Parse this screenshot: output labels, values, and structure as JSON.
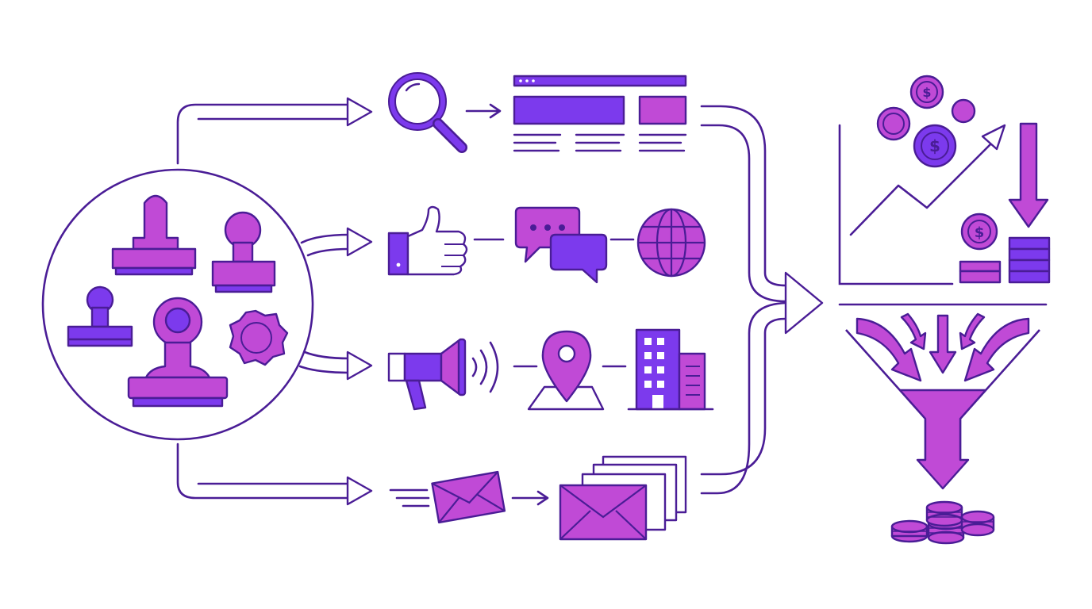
{
  "colors": {
    "outline": "#4a1d96",
    "magenta": "#c04ad6",
    "violet": "#7c3aed",
    "background": "#ffffff"
  },
  "stages": {
    "source": {
      "icon": "rubber-stamps-icon"
    },
    "channels": [
      {
        "name": "search",
        "icons": [
          "magnifying-glass-icon",
          "search-results-page-icon"
        ]
      },
      {
        "name": "social",
        "icons": [
          "thumbs-up-icon",
          "chat-bubbles-icon",
          "globe-icon"
        ]
      },
      {
        "name": "local",
        "icons": [
          "megaphone-icon",
          "map-pin-icon",
          "office-building-icon"
        ]
      },
      {
        "name": "email",
        "icons": [
          "envelope-icon",
          "envelope-stack-icon"
        ]
      }
    ],
    "outcome": {
      "growth": [
        "dollar-coin-icon",
        "rising-chart-arrow-icon",
        "coin-stack-icon"
      ],
      "funnel": [
        "inflow-arrows-icon",
        "sales-funnel-icon",
        "coin-pile-icon"
      ]
    }
  }
}
